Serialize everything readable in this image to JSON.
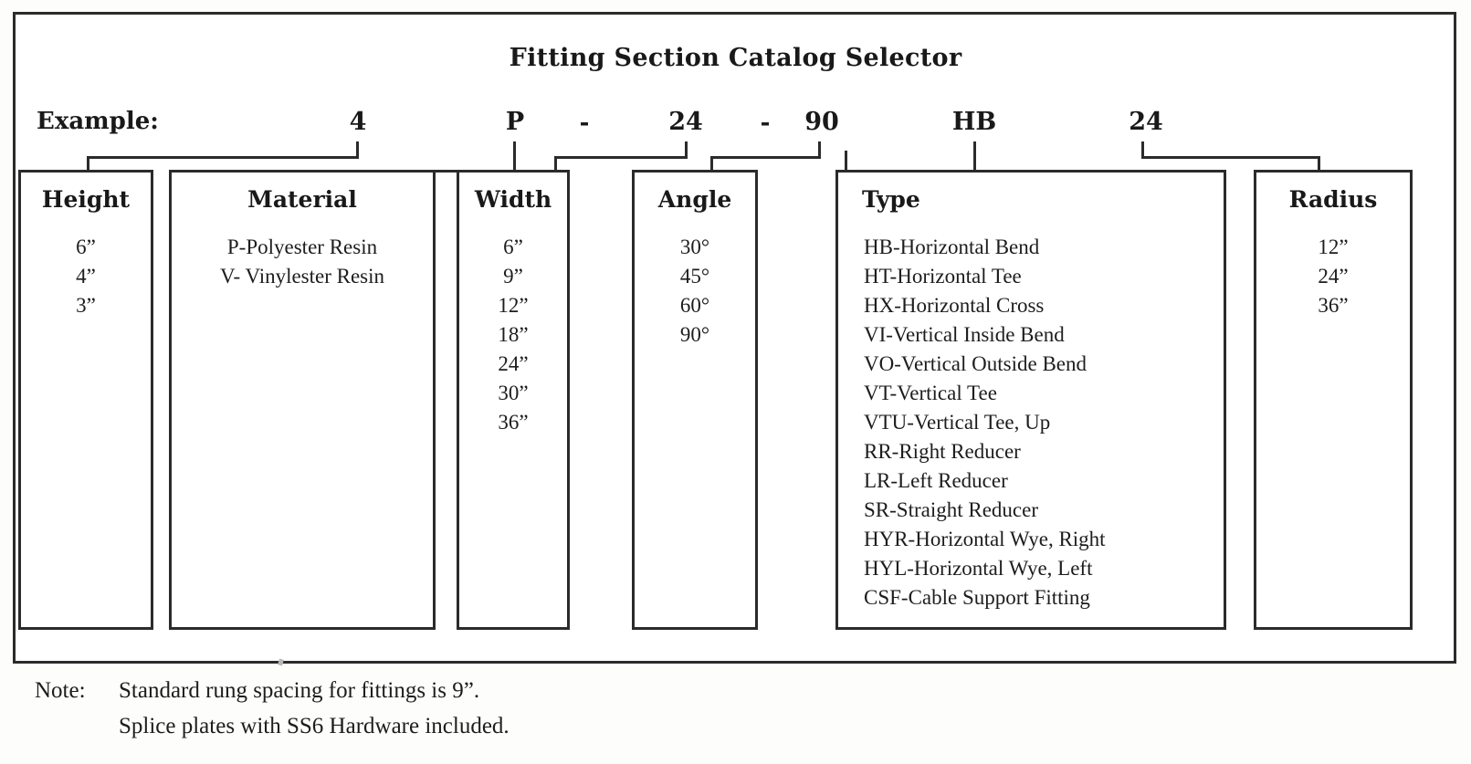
{
  "document": {
    "title": "Fitting Section Catalog Selector"
  },
  "example": {
    "label": "Example:",
    "height": "4",
    "material": "P",
    "dash1": "-",
    "width": "24",
    "dash2": "-",
    "angle": "90",
    "type": "HB",
    "radius": "24"
  },
  "columns": [
    {
      "key": "height",
      "header": "Height",
      "items": [
        "6”",
        "4”",
        "3”"
      ]
    },
    {
      "key": "material",
      "header": "Material",
      "items": [
        "P-Polyester Resin",
        "V- Vinylester Resin"
      ]
    },
    {
      "key": "width",
      "header": "Width",
      "items": [
        "6”",
        "9”",
        "12”",
        "18”",
        "24”",
        "30”",
        "36”"
      ]
    },
    {
      "key": "angle",
      "header": "Angle",
      "items": [
        "30°",
        "45°",
        "60°",
        "90°"
      ]
    },
    {
      "key": "type",
      "header": "Type",
      "items": [
        "HB-Horizontal Bend",
        "HT-Horizontal Tee",
        "HX-Horizontal Cross",
        "VI-Vertical Inside Bend",
        "VO-Vertical Outside Bend",
        "VT-Vertical Tee",
        "VTU-Vertical Tee, Up",
        "RR-Right Reducer",
        "LR-Left Reducer",
        "SR-Straight Reducer",
        "HYR-Horizontal Wye, Right",
        "HYL-Horizontal Wye, Left",
        "CSF-Cable Support Fitting"
      ]
    },
    {
      "key": "radius",
      "header": "Radius",
      "items": [
        "12”",
        "24”",
        "36”"
      ]
    }
  ],
  "note": {
    "label": "Note:",
    "line1": "Standard rung spacing for fittings is 9”.",
    "line2": "Splice plates with SS6 Hardware included."
  },
  "colors": {
    "ink": "#2b2b2b",
    "text": "#1a1a1a",
    "paper": "#ffffff"
  }
}
